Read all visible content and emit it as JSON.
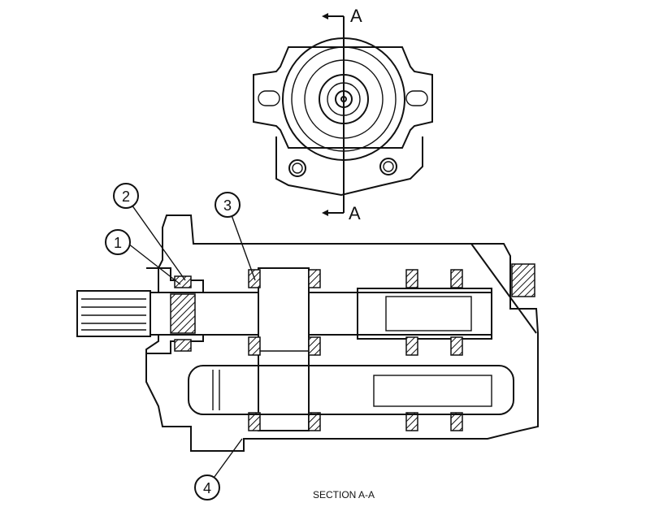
{
  "section_marks": {
    "top": "A",
    "bottom": "A"
  },
  "callouts": [
    {
      "id": "callout-1",
      "number": "1"
    },
    {
      "id": "callout-2",
      "number": "2"
    },
    {
      "id": "callout-3",
      "number": "3"
    },
    {
      "id": "callout-4",
      "number": "4"
    }
  ],
  "caption": "SECTION A-A"
}
